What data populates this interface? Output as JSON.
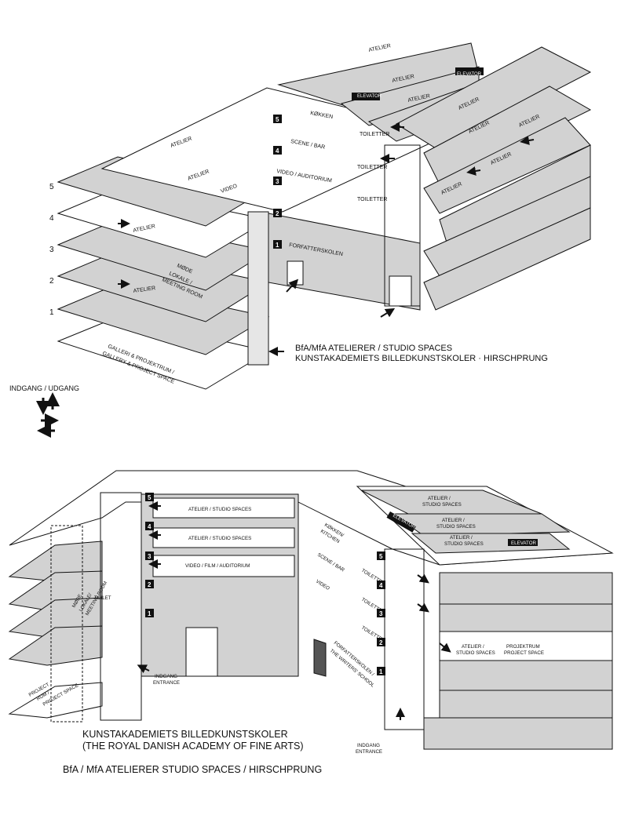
{
  "top": {
    "title_line1": "BfA/MfA ATELIERER / STUDIO SPACES",
    "title_line2": "KUNSTAKADEMIETS BILLEDKUNSTSKOLER · HIRSCHPRUNG",
    "floor_numbers": [
      "5",
      "4",
      "3",
      "2",
      "1"
    ],
    "labels": {
      "atelier": "ATELIER",
      "elevator": "ELEVATOR",
      "kokken": "KØKKEN",
      "toiletter": "TOILETTER",
      "scene_bar": "SCENE / BAR",
      "video_auditorium": "VIDEO / AUDITORIUM",
      "video": "VIDEO",
      "forfatterskolen": "FORFATTERSKOLEN",
      "mode_1": "MØDE",
      "mode_2": "LOKALE /",
      "mode_3": "MEETING ROOM",
      "galleri_1": "GALLERI & PROJEKTRUM /",
      "galleri_2": "GALLERY & PROJECT SPACE"
    },
    "badges": [
      "5",
      "4",
      "3",
      "2",
      "1"
    ]
  },
  "legend": {
    "title": "INDGANG / UDGANG"
  },
  "bottom": {
    "title_line1": "KUNSTAKADEMIETS BILLEDKUNSTSKOLER",
    "title_line2": "(THE ROYAL DANISH ACADEMY OF FINE ARTS)",
    "subtitle": "BfA / MfA ATELIERER STUDIO SPACES / HIRSCHPRUNG",
    "labels": {
      "atelier_studio": "ATELIER / STUDIO SPACES",
      "video_film": "VIDEO / FILM / AUDITORIUM",
      "kokken_1": "KØKKEN/",
      "kokken_2": "KITCHEN",
      "scene_bar": "SCENE / BAR",
      "video": "VIDEO",
      "toiletter": "TOILETTER",
      "toilet": "TOILET",
      "forf_1": "FORFATTERSKOLEN /",
      "forf_2": "THE WRITERS' SCHOOL",
      "atelier_1": "ATELIER /",
      "studio_2": "STUDIO SPACES",
      "elevator": "ELEVATOR",
      "projektrum_1": "PROJEKTRUM",
      "projektrum_2": "PROJECT SPACE",
      "mode_1": "MØDE",
      "mode_2": "LOKALE/",
      "mode_3": "MEETING ROOM",
      "project_1": "PROJECT",
      "project_2": "RUM /",
      "project_3": "PROJECT SPACE",
      "indgang": "INDGANG",
      "entrance": "ENTRANCE"
    },
    "badges_left": [
      "5",
      "4",
      "3",
      "2",
      "1"
    ],
    "badges_right": [
      "5",
      "4",
      "3",
      "2",
      "1"
    ]
  }
}
